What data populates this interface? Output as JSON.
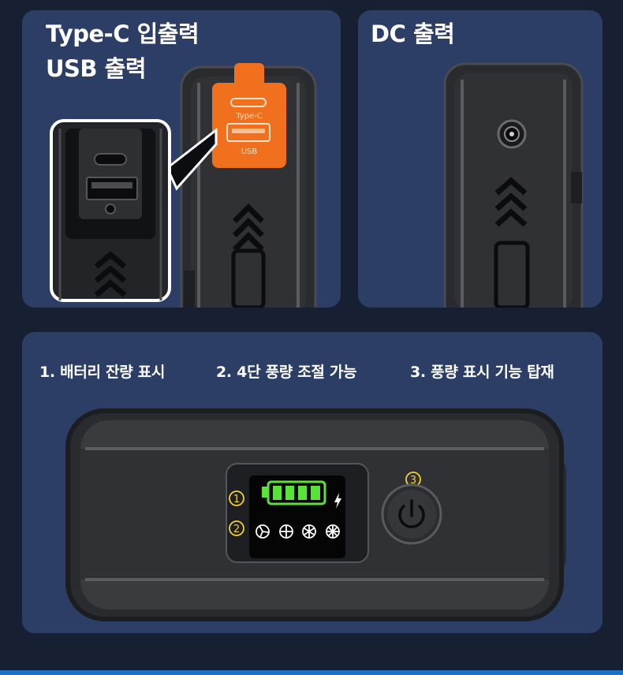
{
  "panels": {
    "typec": {
      "title_line1": "Type-C 입출력",
      "title_line2": "USB 출력",
      "cap_label_typec": "Type-C",
      "cap_label_usb": "USB"
    },
    "dc": {
      "title": "DC 출력"
    },
    "main": {
      "features": [
        "1. 배터리 잔량 표시",
        "2. 4단 풍량 조절 가능",
        "3. 풍량 표시 기능 탑재"
      ],
      "markers": [
        "①",
        "②",
        "③"
      ],
      "battery_level": 1.0
    }
  },
  "colors": {
    "panel_bg": "#2c3d66",
    "page_bg": "#172033",
    "accent_orange": "#f0701e",
    "display_green": "#5ce03c",
    "marker_yellow": "#f2d22b"
  }
}
